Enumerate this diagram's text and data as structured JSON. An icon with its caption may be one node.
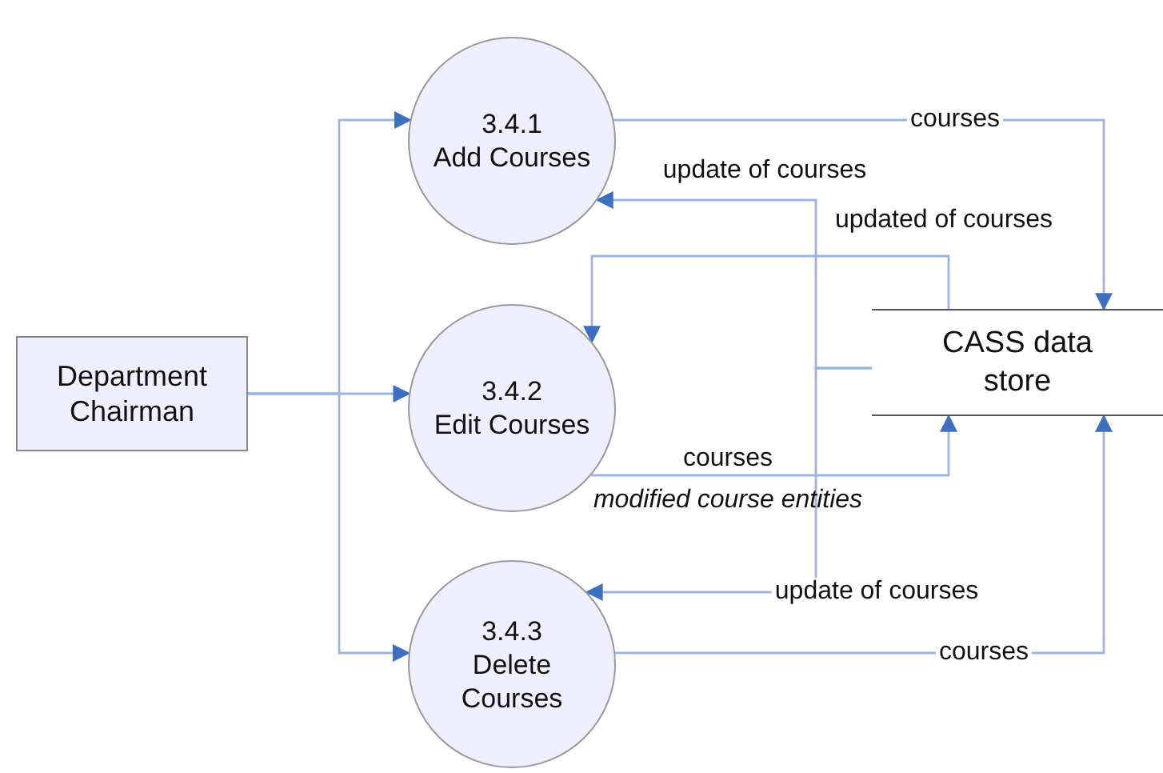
{
  "diagram": {
    "nodes": [
      {
        "text": [
          "Department Chairman"
        ]
      },
      {
        "text": [
          "3.4.1",
          "Add Courses"
        ]
      },
      {
        "text": [
          "3.4.2",
          "Edit Courses"
        ]
      },
      {
        "text": [
          "3.4.3",
          "Delete Courses"
        ]
      },
      {
        "text": [
          "CASS data store"
        ]
      }
    ],
    "edges": [
      {
        "from": 0,
        "to": 1,
        "arrow": "to"
      },
      {
        "from": 0,
        "to": 2,
        "arrow": "to"
      },
      {
        "from": 0,
        "to": 3,
        "arrow": "to"
      },
      {
        "from": 1,
        "to": 4,
        "arrow": "to",
        "label": "courses"
      },
      {
        "from": 4,
        "to": 1,
        "arrow": "to",
        "label": "update of courses"
      },
      {
        "from": 4,
        "to": 3,
        "arrow": "to",
        "label": "update of courses"
      },
      {
        "from": 4,
        "to": 2,
        "arrow": "to",
        "label": "updated of courses"
      },
      {
        "from": 2,
        "to": 4,
        "arrow": "to",
        "label": "courses"
      },
      {
        "from": 3,
        "to": 4,
        "arrow": "to",
        "label": "courses"
      }
    ],
    "labels": [
      "modified course entities"
    ]
  }
}
